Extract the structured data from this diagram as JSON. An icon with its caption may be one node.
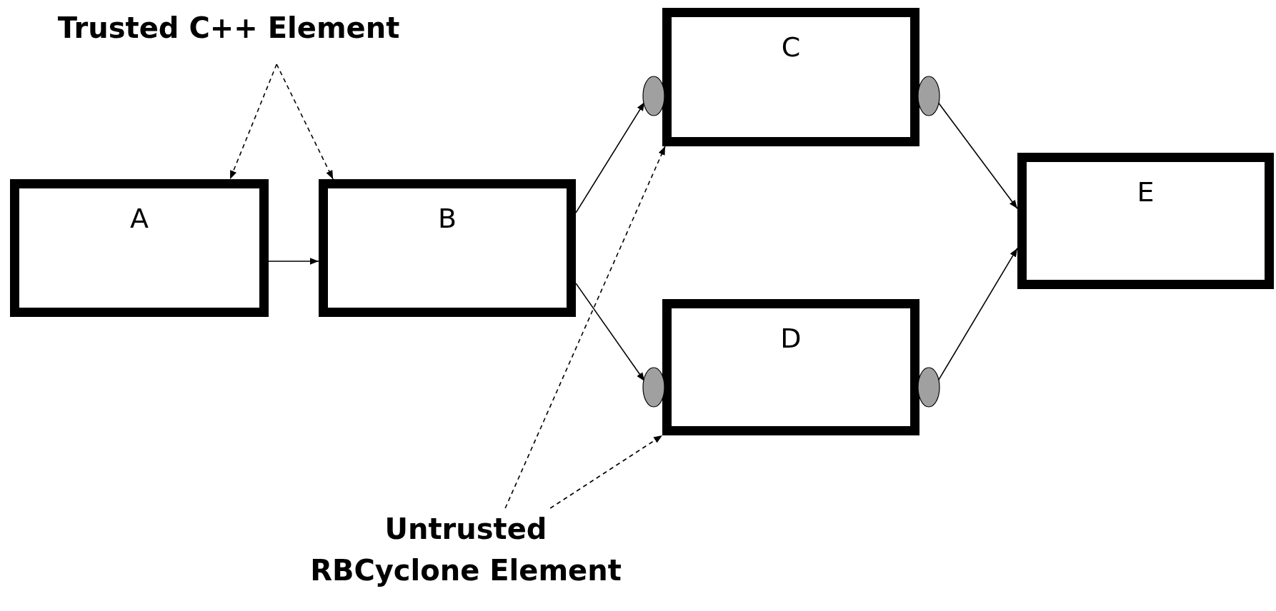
{
  "diagram": {
    "nodes": [
      {
        "text": [
          "Trusted C++ Element"
        ]
      },
      {
        "text": [
          "A"
        ]
      },
      {
        "text": [
          "B"
        ]
      },
      {
        "text": [
          "C"
        ]
      },
      {
        "text": [],
        "shape": "ellipse"
      },
      {
        "text": [],
        "shape": "ellipse"
      },
      {
        "text": [
          "D"
        ]
      },
      {
        "text": [],
        "shape": "ellipse"
      },
      {
        "text": [],
        "shape": "ellipse"
      },
      {
        "text": [
          "E"
        ]
      },
      {
        "text": [
          "Untrusted RBCyclone Element"
        ]
      }
    ],
    "edges": [
      {
        "from": 0,
        "to": 1,
        "arrow": "to",
        "style": "dashed"
      },
      {
        "from": 0,
        "to": 2,
        "arrow": "to",
        "style": "dashed"
      },
      {
        "from": 1,
        "to": 2,
        "arrow": "to"
      },
      {
        "from": 2,
        "to": 4,
        "arrow": "to"
      },
      {
        "from": 2,
        "to": 7,
        "arrow": "to"
      },
      {
        "from": 5,
        "to": 9,
        "arrow": "to"
      },
      {
        "from": 8,
        "to": 9,
        "arrow": "to"
      },
      {
        "from": 10,
        "to": 3,
        "arrow": "to",
        "style": "dashed"
      },
      {
        "from": 10,
        "to": 6,
        "arrow": "to",
        "style": "dashed"
      }
    ]
  }
}
